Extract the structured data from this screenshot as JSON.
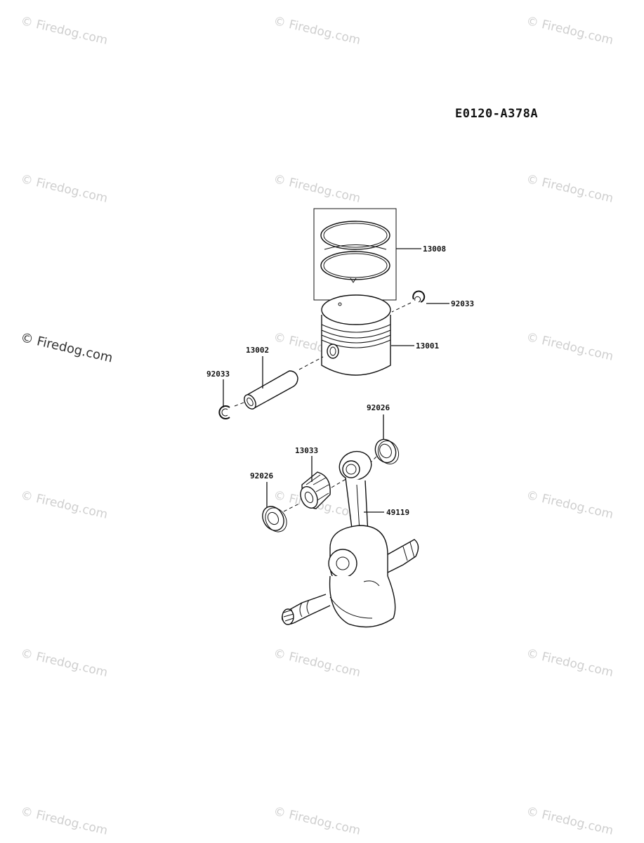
{
  "drawing_code": "E0120-A378A",
  "watermark": {
    "text": "© Firedog.com"
  },
  "parts": [
    {
      "id": "ring_set",
      "number": "13008"
    },
    {
      "id": "circlip_right",
      "number": "92033"
    },
    {
      "id": "piston",
      "number": "13001"
    },
    {
      "id": "piston_pin",
      "number": "13002"
    },
    {
      "id": "circlip_left",
      "number": "92033"
    },
    {
      "id": "washer_right",
      "number": "92026"
    },
    {
      "id": "needle_bearing",
      "number": "13033"
    },
    {
      "id": "washer_left",
      "number": "92026"
    },
    {
      "id": "connecting_rod",
      "number": "49119"
    }
  ],
  "colors": {
    "line": "#111111",
    "watermark": "#cfcfcf"
  }
}
